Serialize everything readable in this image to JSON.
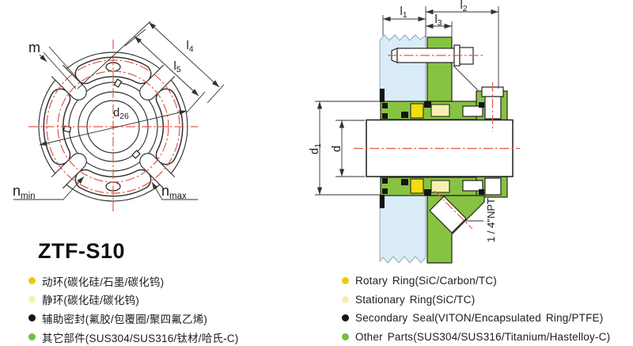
{
  "title": "ZTF-S10",
  "colors": {
    "line": "#323232",
    "centerline_red": "#e05a47",
    "parts_green": "#87c342",
    "housing_blue": "#d9ecf7",
    "rotary_yellow": "#f2dc12",
    "stationary_yellow": "#f6f0b0",
    "seal_black": "#141414"
  },
  "front_view": {
    "m": "m",
    "l4": {
      "base": "l",
      "sub": "4"
    },
    "l5": {
      "base": "l",
      "sub": "5"
    },
    "d26": {
      "base": "d",
      "sub": "26"
    },
    "nmin": {
      "base": "n",
      "sub": "min"
    },
    "nmax": {
      "base": "n",
      "sub": "max"
    }
  },
  "section_view": {
    "l1": {
      "base": "l",
      "sub": "1"
    },
    "l2": {
      "base": "l",
      "sub": "2"
    },
    "l3": {
      "base": "l",
      "sub": "3"
    },
    "d1": {
      "base": "d",
      "sub": "1"
    },
    "d": "d",
    "npt": "1 / 4\"NPT"
  },
  "legend": {
    "cn": [
      {
        "bullet_color": "#edc90c",
        "text": "动环(碳化硅/石墨/碳化钨)"
      },
      {
        "bullet_color": "#f6f0ae",
        "text": "静环(碳化硅/碳化钨)"
      },
      {
        "bullet_color": "#141414",
        "text": "辅助密封(氟胶/包覆圈/聚四氟乙烯)"
      },
      {
        "bullet_color": "#6ec13d",
        "text": "其它部件(SUS304/SUS316/钛材/哈氏-C)"
      }
    ],
    "en": [
      {
        "bullet_color": "#edc90c",
        "text": "Rotary Ring(SiC/Carbon/TC)"
      },
      {
        "bullet_color": "#f6f0ae",
        "text": "Stationary Ring(SiC/TC)"
      },
      {
        "bullet_color": "#141414",
        "text": "Secondary Seal(VITON/Encapsulated Ring/PTFE)"
      },
      {
        "bullet_color": "#6ec13d",
        "text": "Other Parts(SUS304/SUS316/Titanium/Hastelloy-C)"
      }
    ]
  }
}
